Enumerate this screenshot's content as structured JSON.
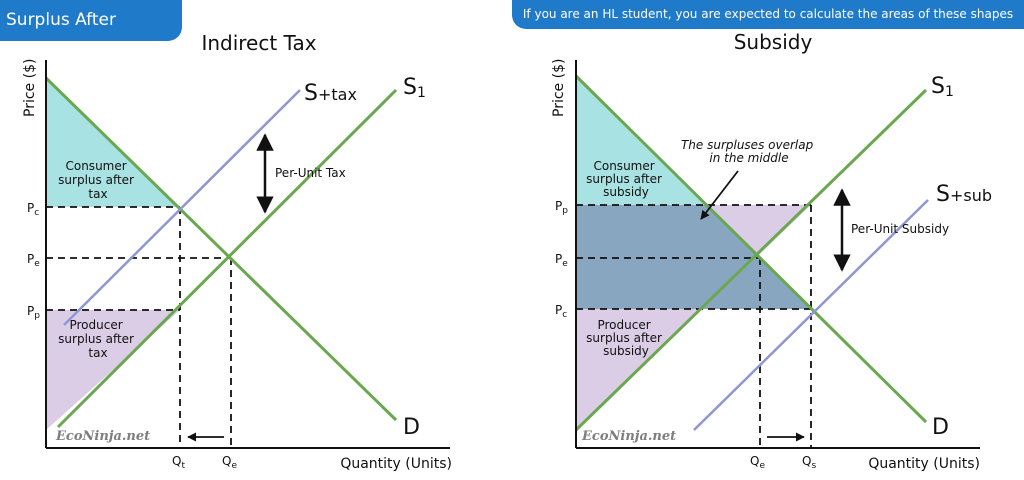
{
  "header": {
    "left_tab": "Surplus After",
    "right_note": "If you are an HL student, you are expected to calculate the areas of these shapes"
  },
  "colors": {
    "tab_blue": "#1f7ac9",
    "green": "#6aa84f",
    "purple_line": "#8f96d2",
    "consumer_fill": "#a9e2e2",
    "producer_fill": "#dccde6",
    "overlap_fill": "#89a6c0"
  },
  "left_diagram": {
    "title": "Indirect Tax",
    "y_axis_label": "Price ($)",
    "x_axis_label": "Quantity (Units)",
    "supply_tax_label": "S",
    "supply_tax_subscript": "+tax",
    "supply_label": "S",
    "supply_subscript": "1",
    "demand_label": "D",
    "consumer_region_label": [
      "Consumer",
      "surplus after",
      "tax"
    ],
    "producer_region_label": [
      "Producer",
      "surplus after",
      "tax"
    ],
    "per_unit_label": "Per-Unit Tax",
    "price_ticks": [
      {
        "letter": "P",
        "sub": "c"
      },
      {
        "letter": "P",
        "sub": "e"
      },
      {
        "letter": "P",
        "sub": "p"
      }
    ],
    "quantity_ticks": [
      {
        "letter": "Q",
        "sub": "t"
      },
      {
        "letter": "Q",
        "sub": "e"
      }
    ],
    "watermark": "EcoNinja.net"
  },
  "right_diagram": {
    "title": "Subsidy",
    "y_axis_label": "Price ($)",
    "x_axis_label": "Quantity (Units)",
    "supply_label": "S",
    "supply_subscript": "1",
    "supply_sub_label": "S",
    "supply_sub_subscript": "+sub",
    "demand_label": "D",
    "consumer_region_label": [
      "Consumer",
      "surplus after",
      "subsidy"
    ],
    "producer_region_label": [
      "Producer",
      "surplus after",
      "subsidy"
    ],
    "overlap_note": [
      "The surpluses overlap",
      "in the middle"
    ],
    "per_unit_label": "Per-Unit Subsidy",
    "price_ticks": [
      {
        "letter": "P",
        "sub": "p"
      },
      {
        "letter": "P",
        "sub": "e"
      },
      {
        "letter": "P",
        "sub": "c"
      }
    ],
    "quantity_ticks": [
      {
        "letter": "Q",
        "sub": "e"
      },
      {
        "letter": "Q",
        "sub": "s"
      }
    ],
    "watermark": "EcoNinja.net"
  }
}
